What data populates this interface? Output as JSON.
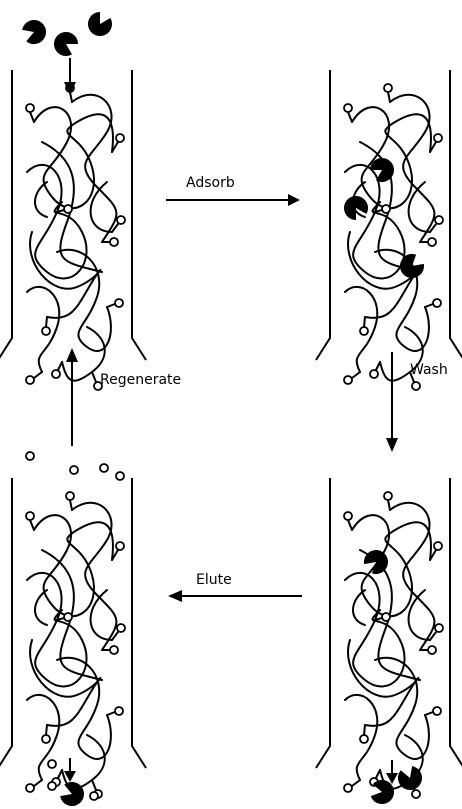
{
  "steps": {
    "adsorb": "Adsorb",
    "wash": "Wash",
    "elute": "Elute",
    "regenerate": "Regenerate"
  },
  "colors": {
    "ink": "#000000",
    "background": "#ffffff"
  }
}
